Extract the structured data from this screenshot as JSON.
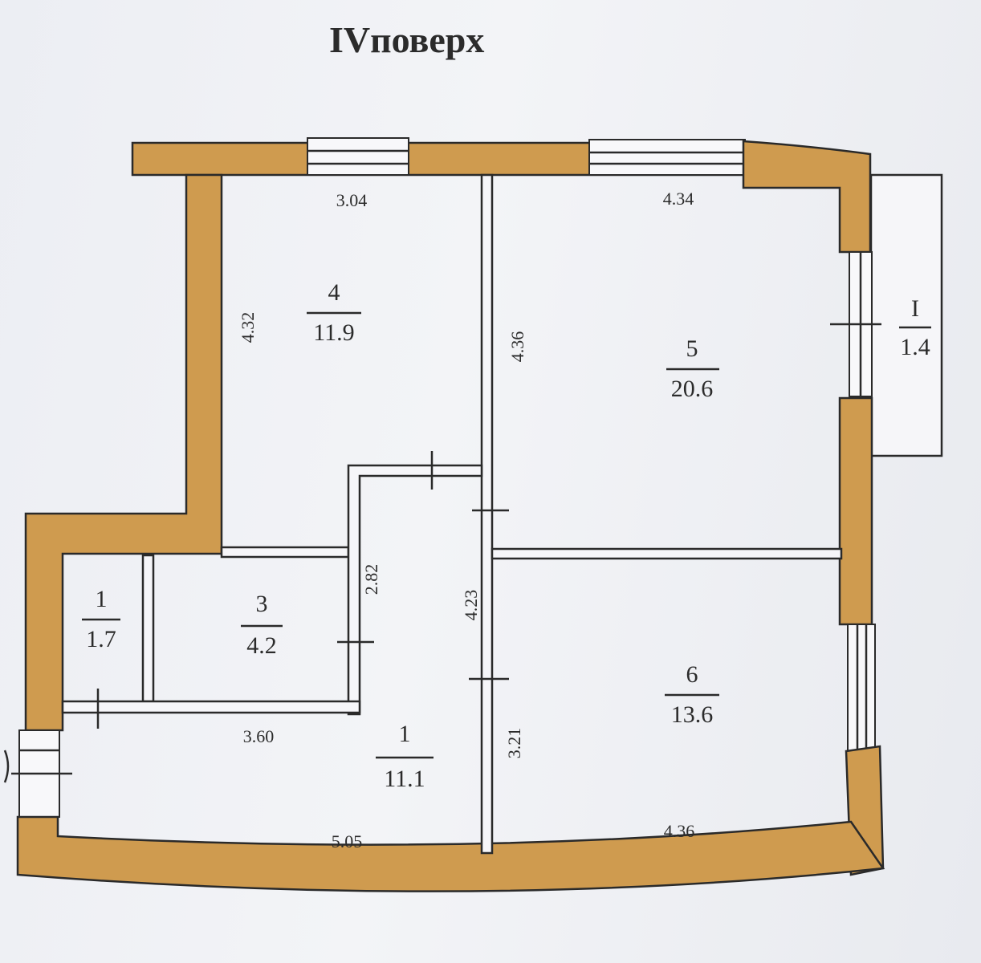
{
  "title": "IVповерх",
  "rooms": [
    {
      "id": "4",
      "number": "4",
      "area": "11.9"
    },
    {
      "id": "5",
      "number": "5",
      "area": "20.6"
    },
    {
      "id": "3",
      "number": "3",
      "area": "4.2"
    },
    {
      "id": "1a",
      "number": "1",
      "area": "1.7"
    },
    {
      "id": "1b",
      "number": "1",
      "area": "11.1"
    },
    {
      "id": "6",
      "number": "6",
      "area": "13.6"
    },
    {
      "id": "balcony",
      "number": "I",
      "area": "1.4"
    }
  ],
  "dimensions": {
    "room4_width": "3.04",
    "room4_height": "4.32",
    "room5_width": "4.34",
    "room5_height": "4.36",
    "room3_height": "2.82",
    "corridor_height": "4.23",
    "corridor_width": "3.60",
    "bottom_left": "5.05",
    "room6_height": "3.21",
    "bottom_right": "4.36"
  },
  "colors": {
    "wall": "#cf9b4f",
    "line": "#2a2a2a"
  }
}
